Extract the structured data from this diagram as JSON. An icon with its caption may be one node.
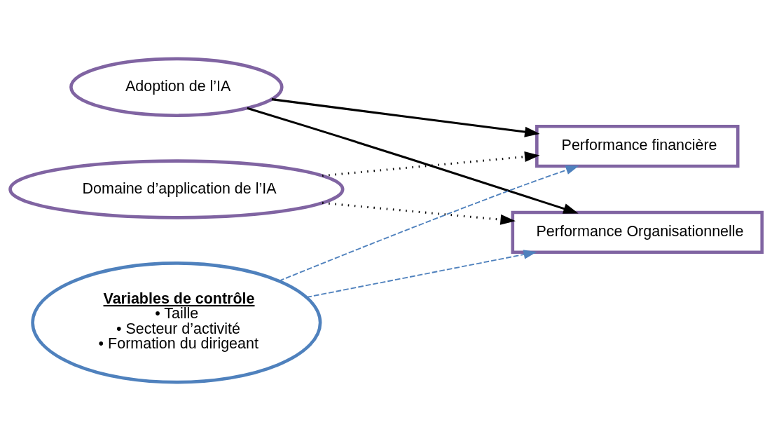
{
  "diagram": {
    "nodes": [
      {
        "text": [
          "Adoption de l’IA"
        ]
      },
      {
        "text": [
          "Domaine d’application de l’IA"
        ]
      },
      {
        "text": [
          "Performance financière"
        ]
      },
      {
        "text": [
          "Performance Organisationnelle"
        ]
      },
      {
        "text": [
          "Variables de contrôle",
          "• Taille",
          "• Secteur d’activité",
          "• Formation du dirigeant"
        ]
      }
    ],
    "edges": [
      {
        "from": 0,
        "to": 2,
        "arrow": "to"
      },
      {
        "from": 0,
        "to": 3,
        "arrow": "to"
      },
      {
        "from": 1,
        "to": 2,
        "arrow": "to",
        "style": "dashed"
      },
      {
        "from": 1,
        "to": 3,
        "arrow": "to",
        "style": "dashed"
      },
      {
        "from": 4,
        "to": 2,
        "arrow": "to",
        "style": "dashed",
        "color": "#4f81bd"
      },
      {
        "from": 4,
        "to": 3,
        "arrow": "to",
        "style": "dashed",
        "color": "#4f81bd"
      }
    ]
  }
}
